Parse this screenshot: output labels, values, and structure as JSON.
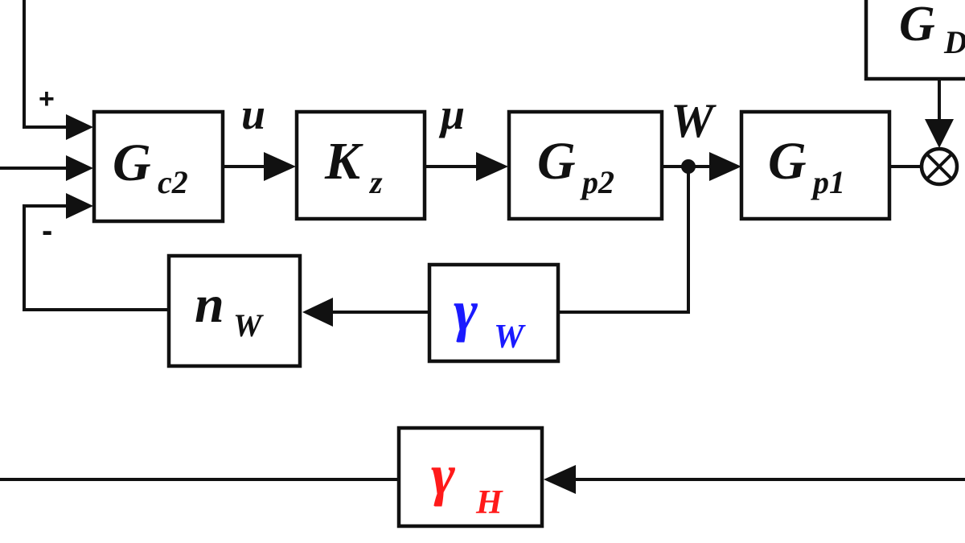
{
  "diagram": {
    "blocks": {
      "gc2": {
        "main": "G",
        "sub": "c2"
      },
      "kz": {
        "main": "K",
        "sub": "z"
      },
      "gp2": {
        "main": "G",
        "sub": "p2"
      },
      "gp1": {
        "main": "G",
        "sub": "p1"
      },
      "gd": {
        "main": "G",
        "sub": "D"
      },
      "nw": {
        "main": "n",
        "sub": "W"
      },
      "gammaw": {
        "main": "γ",
        "sub": "W"
      },
      "gammah": {
        "main": "γ",
        "sub": "H"
      }
    },
    "signals": {
      "u": "u",
      "mu": "μ",
      "w": "W"
    },
    "signs": {
      "plus": "+",
      "minus": "-"
    },
    "junction_symbol": "⊗",
    "colors": {
      "gamma_w": "#1a1aff",
      "gamma_h": "#ff1a1a",
      "line": "#111111"
    }
  }
}
